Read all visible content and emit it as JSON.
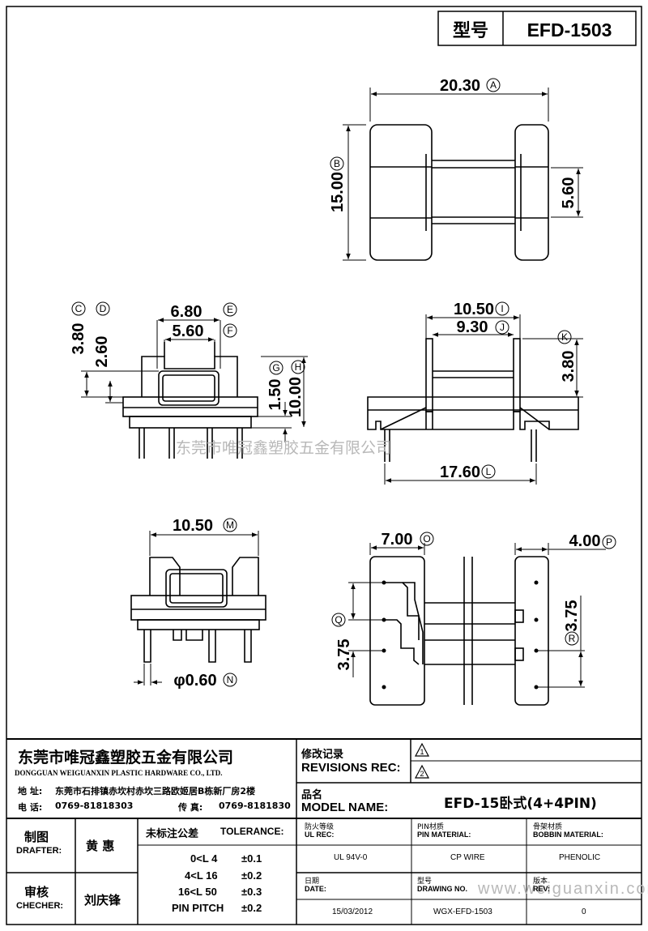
{
  "header": {
    "model_label": "型号",
    "model_value": "EFD-1503"
  },
  "dimensions": {
    "A": "20.30",
    "B": "15.00",
    "right_height": "5.60",
    "C_D_outer": "3.80",
    "C_D_inner": "2.60",
    "E": "6.80",
    "F": "5.60",
    "G": "1.50",
    "H": "10.00",
    "I": "10.50",
    "J": "9.30",
    "K": "3.80",
    "L": "17.60",
    "M": "10.50",
    "N": "φ0.60",
    "O": "7.00",
    "P": "4.00",
    "Q": "3.75",
    "R": "3.75"
  },
  "labels": {
    "A": "A",
    "B": "B",
    "C": "C",
    "D": "D",
    "E": "E",
    "F": "F",
    "G": "G",
    "H": "H",
    "I": "I",
    "J": "J",
    "K": "K",
    "L": "L",
    "M": "M",
    "N": "N",
    "O": "O",
    "P": "P",
    "Q": "Q",
    "R": "R"
  },
  "watermark": "东莞市唯冠鑫塑胶五金有限公司",
  "watermark_url": "www.weiguanxin.com",
  "company": {
    "name_cn": "东莞市唯冠鑫塑胶五金有限公司",
    "name_en": "DONGGUAN WEIGUANXIN PLASTIC HARDWARE CO., LTD.",
    "address_label": "地  址:",
    "address": "东莞市石排镇赤坎村赤坎三路欧姬居B栋新厂房2楼",
    "phone_label": "电  话:",
    "phone": "0769-81818303",
    "fax_label": "传  真:",
    "fax": "0769-8181830"
  },
  "revisions": {
    "label_cn": "修改记录",
    "label_en": "REVISIONS REC:",
    "marks": [
      "1",
      "2"
    ]
  },
  "model": {
    "label_cn": "品名",
    "label_en": "MODEL NAME:",
    "value": "EFD-15卧式(4+4PIN)"
  },
  "drafter": {
    "label_cn": "制图",
    "label_en": "DRAFTER:",
    "name": "黄 惠"
  },
  "checker": {
    "label_cn": "审核",
    "label_en": "CHECHER:",
    "name": "刘庆锋"
  },
  "tolerance": {
    "label_cn": "未标注公差",
    "label_en": "TOLERANCE:",
    "rows": [
      {
        "range": "0<L  4",
        "value": "±0.1"
      },
      {
        "range": "4<L  16",
        "value": "±0.2"
      },
      {
        "range": "16<L  50",
        "value": "±0.3"
      },
      {
        "range": "PIN PITCH",
        "value": "±0.2"
      }
    ]
  },
  "fire_rating": {
    "label_cn": "防火等级",
    "label_en": "UL REC:",
    "value": "UL 94V-0"
  },
  "pin_material": {
    "label_cn": "PIN材质",
    "label_en": "PIN MATERIAL:",
    "value": "CP WIRE"
  },
  "bobbin_material": {
    "label_cn": "骨架材质",
    "label_en": "BOBBIN MATERIAL:",
    "value": "PHENOLIC"
  },
  "date": {
    "label_cn": "日期",
    "label_en": "DATE:",
    "value": "15/03/2012"
  },
  "drawing_no": {
    "label_cn": "型号",
    "label_en": "DRAWING NO.",
    "value": "WGX-EFD-1503"
  },
  "version": {
    "label_cn": "版本",
    "label_en": "REV:",
    "value": "0"
  }
}
